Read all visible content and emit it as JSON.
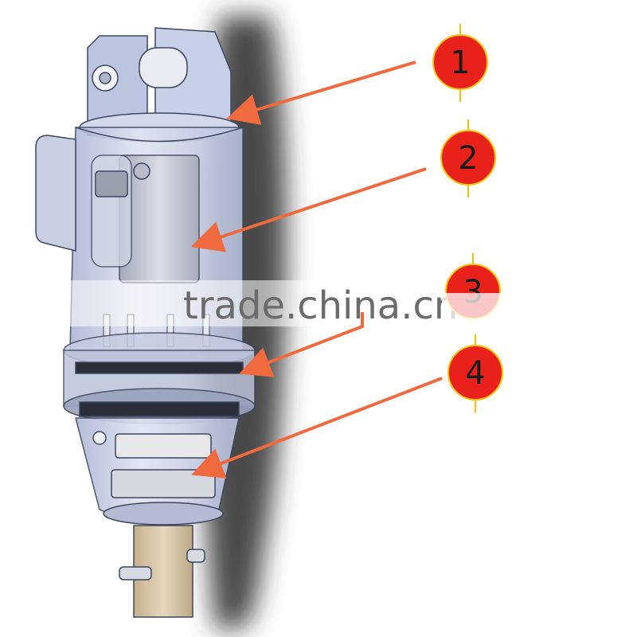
{
  "diagram": {
    "callouts": [
      {
        "id": "1",
        "label": "1"
      },
      {
        "id": "2",
        "label": "2"
      },
      {
        "id": "3",
        "label": "3"
      },
      {
        "id": "4",
        "label": "4"
      }
    ],
    "watermark": "trade.china.cn"
  },
  "colors": {
    "arrow": "#ef6a3f",
    "badge": "#e8221b",
    "badge_ring": "#f5c400",
    "housing": "#c3cbe4",
    "housing_edge": "#3e4660",
    "shaft": "#d8c7a8",
    "shadow": "#2a2a2a"
  }
}
